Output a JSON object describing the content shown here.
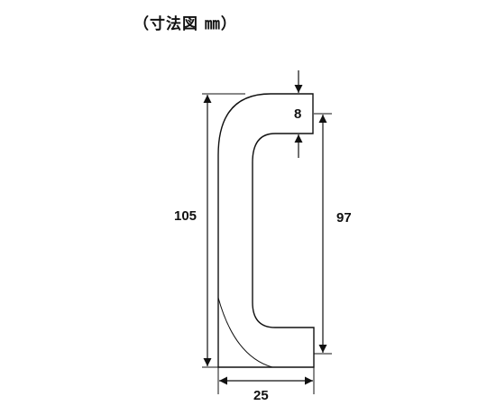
{
  "title": "（寸法図 ㎜）",
  "dimensions": {
    "height_total": "105",
    "height_inner": "97",
    "thickness": "8",
    "width": "25"
  },
  "colors": {
    "line": "#111111",
    "background": "#ffffff"
  }
}
